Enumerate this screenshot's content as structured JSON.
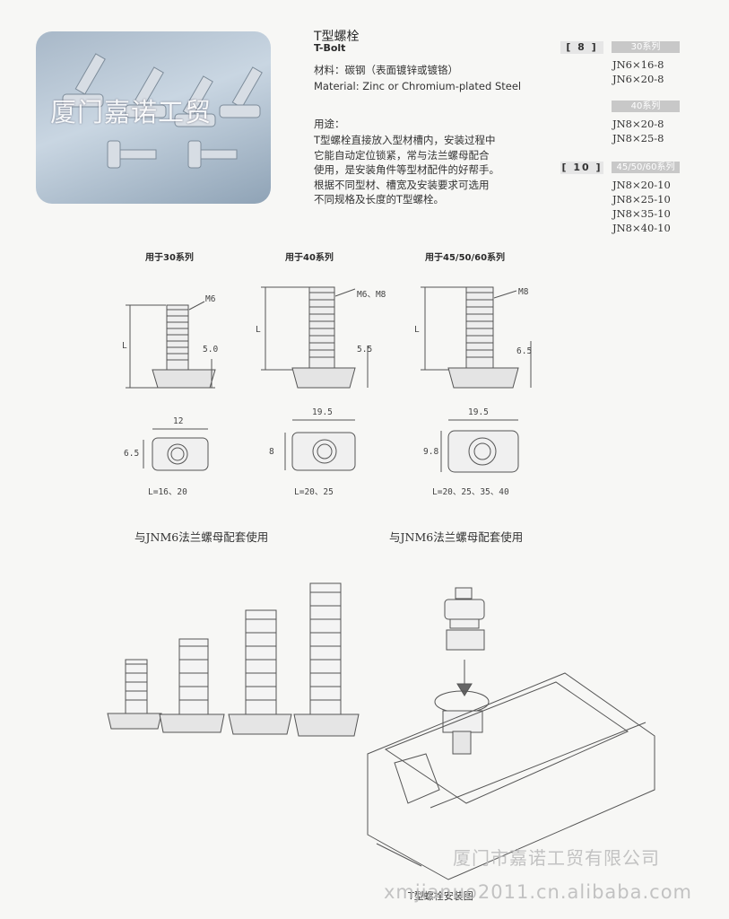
{
  "photo_watermark": "厦门嘉诺工贸",
  "product": {
    "title_cn": "T型螺栓",
    "title_en": "T-Bolt",
    "material_cn": "材料：碳钢（表面镀锌或镀铬）",
    "material_en": "Material: Zinc or Chromium-plated Steel",
    "usage_label": "用途：",
    "usage_lines": [
      "T型螺栓直接放入型材槽内，安装过程中",
      "它能自动定位锁紧，常与法兰螺母配合",
      "使用，是安装角件等型材配件的好帮手。",
      "根据不同型材、槽宽及安装要求可选用",
      "不同规格及长度的T型螺栓。"
    ]
  },
  "specs": {
    "slot8_badge": "[ 8 ]",
    "slot10_badge": "[ 10 ]",
    "series30": "30系列",
    "series30_items": [
      "JN6×16-8",
      "JN6×20-8"
    ],
    "series40": "40系列",
    "series40_items": [
      "JN8×20-8",
      "JN8×25-8"
    ],
    "series45": "45/50/60系列",
    "series45_items": [
      "JN8×20-10",
      "JN8×25-10",
      "JN8×35-10",
      "JN8×40-10"
    ]
  },
  "diagrams": {
    "d30": {
      "title": "用于30系列",
      "thread": "M6",
      "head_h": "5.0",
      "length": "L",
      "width": "12",
      "height": "6.5",
      "lengths": "L=16、20"
    },
    "d40": {
      "title": "用于40系列",
      "thread": "M6、M8",
      "head_h": "5.5",
      "length": "L",
      "width": "19.5",
      "height": "8",
      "lengths": "L=20、25"
    },
    "d45": {
      "title": "用于45/50/60系列",
      "thread": "M8",
      "head_h": "6.5",
      "length": "L",
      "width": "19.5",
      "height": "9.8",
      "lengths": "L=20、25、35、40"
    }
  },
  "usage_captions": {
    "left": "与JNM6法兰螺母配套使用",
    "right": "与JNM6法兰螺母配套使用"
  },
  "install_caption": "T型螺栓安装图",
  "footer_watermark": {
    "company": "厦门市嘉诺工贸有限公司",
    "site": "xmjianuo2011.cn.alibaba.com"
  }
}
